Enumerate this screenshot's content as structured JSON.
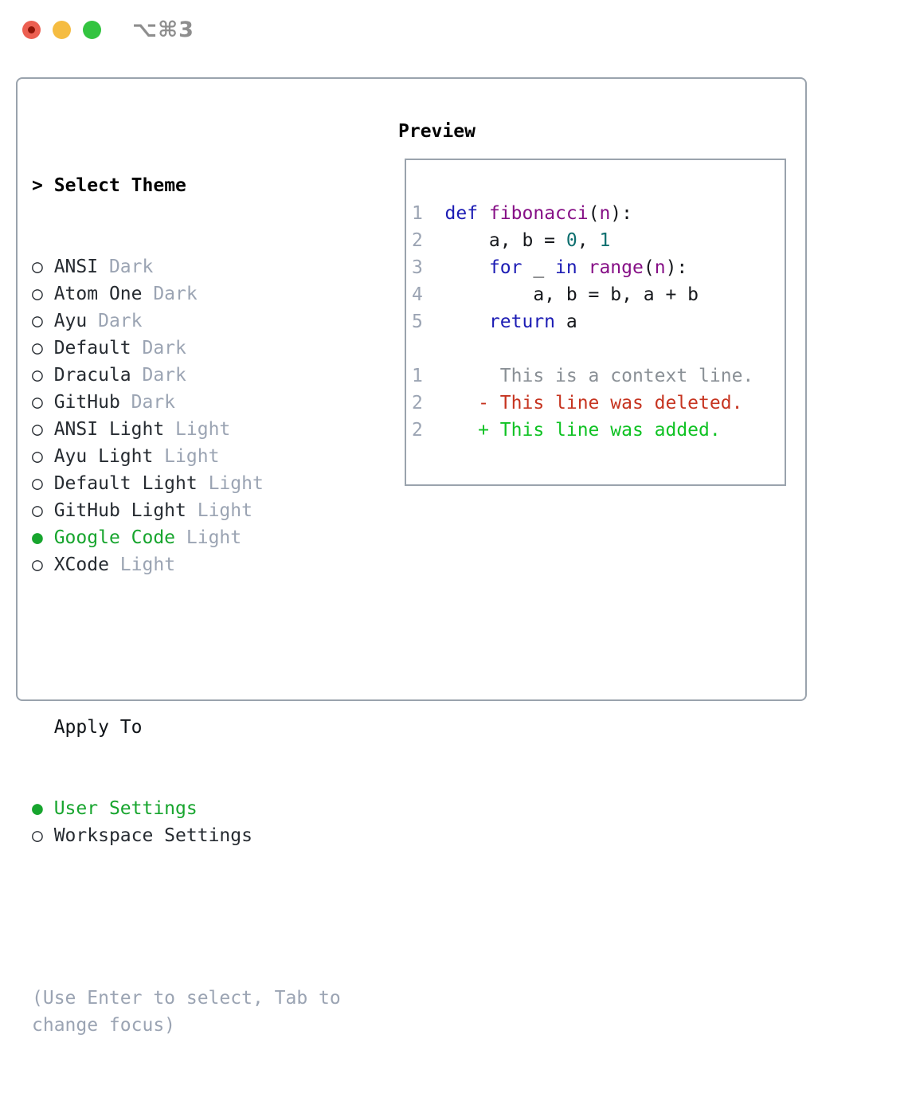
{
  "colors": {
    "accent_green": "#17a52e",
    "muted": "#9ba4b3",
    "text": "#262b31",
    "heading": "#000000",
    "border": "#9aa3ad",
    "title_gray": "#8e8e8e",
    "traffic_red": "#ec5f51",
    "traffic_red_dot": "#8f1407",
    "traffic_yellow": "#f5bc41",
    "traffic_green": "#33c440",
    "code_keyword": "#1c1cb4",
    "code_type": "#860f86",
    "code_literal": "#0e6f6f",
    "code_plain": "#16181c",
    "code_linenum": "#9ba4b3",
    "diff_context": "#8a9096",
    "diff_deleted": "#c63420",
    "diff_added": "#0fc223"
  },
  "window": {
    "title": "⌥⌘3"
  },
  "theme_menu": {
    "heading_prefix": ">",
    "heading": "Select Theme",
    "radio_unselected": "○",
    "radio_selected": "●",
    "items": [
      {
        "name": "ANSI",
        "variant": "Dark",
        "selected": false
      },
      {
        "name": "Atom One",
        "variant": "Dark",
        "selected": false
      },
      {
        "name": "Ayu",
        "variant": "Dark",
        "selected": false
      },
      {
        "name": "Default",
        "variant": "Dark",
        "selected": false
      },
      {
        "name": "Dracula",
        "variant": "Dark",
        "selected": false
      },
      {
        "name": "GitHub",
        "variant": "Dark",
        "selected": false
      },
      {
        "name": "ANSI Light",
        "variant": "Light",
        "selected": false
      },
      {
        "name": "Ayu Light",
        "variant": "Light",
        "selected": false
      },
      {
        "name": "Default Light",
        "variant": "Light",
        "selected": false
      },
      {
        "name": "GitHub Light",
        "variant": "Light",
        "selected": false
      },
      {
        "name": "Google Code",
        "variant": "Light",
        "selected": true
      },
      {
        "name": "XCode",
        "variant": "Light",
        "selected": false
      }
    ]
  },
  "apply_to": {
    "heading": "Apply To",
    "options": [
      {
        "label": "User Settings",
        "selected": true
      },
      {
        "label": "Workspace Settings",
        "selected": false
      }
    ]
  },
  "hint_lines": [
    "(Use Enter to select, Tab to",
    "change focus)"
  ],
  "preview": {
    "heading": "Preview",
    "code_lines": [
      [
        {
          "t": "1  ",
          "c": "num"
        },
        {
          "t": "def",
          "c": "kw"
        },
        {
          "t": " ",
          "c": "pln"
        },
        {
          "t": "fibonacci",
          "c": "typ"
        },
        {
          "t": "(",
          "c": "pln"
        },
        {
          "t": "n",
          "c": "typ"
        },
        {
          "t": "):",
          "c": "pln"
        }
      ],
      [
        {
          "t": "2  ",
          "c": "num"
        },
        {
          "t": "    a, b = ",
          "c": "pln"
        },
        {
          "t": "0",
          "c": "lit"
        },
        {
          "t": ", ",
          "c": "pln"
        },
        {
          "t": "1",
          "c": "lit"
        }
      ],
      [
        {
          "t": "3  ",
          "c": "num"
        },
        {
          "t": "    ",
          "c": "pln"
        },
        {
          "t": "for",
          "c": "kw"
        },
        {
          "t": " _ ",
          "c": "pln"
        },
        {
          "t": "in",
          "c": "kw"
        },
        {
          "t": " ",
          "c": "pln"
        },
        {
          "t": "range",
          "c": "typ"
        },
        {
          "t": "(",
          "c": "pln"
        },
        {
          "t": "n",
          "c": "typ"
        },
        {
          "t": "):",
          "c": "pln"
        }
      ],
      [
        {
          "t": "4  ",
          "c": "num"
        },
        {
          "t": "        a, b = b, a + b",
          "c": "pln"
        }
      ],
      [
        {
          "t": "5  ",
          "c": "num"
        },
        {
          "t": "    ",
          "c": "pln"
        },
        {
          "t": "return",
          "c": "kw"
        },
        {
          "t": " a",
          "c": "pln"
        }
      ],
      [],
      [
        {
          "t": "1  ",
          "c": "num"
        },
        {
          "t": "     This is a context line.",
          "c": "ctx"
        }
      ],
      [
        {
          "t": "2  ",
          "c": "num"
        },
        {
          "t": "   - This line was deleted.",
          "c": "del"
        }
      ],
      [
        {
          "t": "2  ",
          "c": "num"
        },
        {
          "t": "   + This line was added.",
          "c": "add"
        }
      ]
    ]
  }
}
